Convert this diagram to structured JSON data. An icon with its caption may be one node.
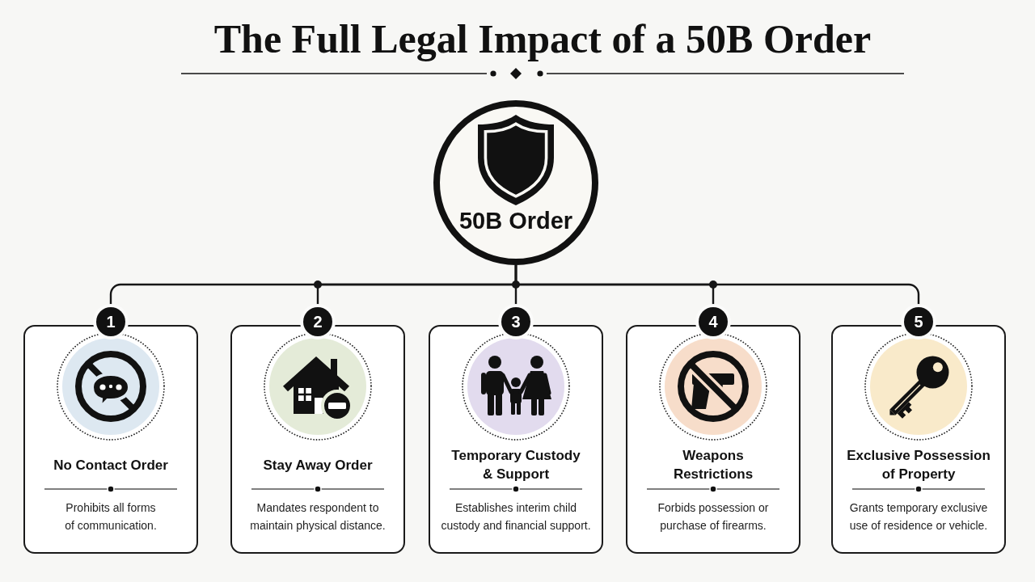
{
  "diagram": {
    "title": "The Full Legal Impact of a 50B Order",
    "nodes": [
      {
        "text": [
          "50B Order"
        ]
      },
      {
        "text": [
          "1"
        ]
      },
      {
        "text": [
          "No Contact Order",
          "Prohibits all forms of communication."
        ]
      },
      {
        "text": [
          "2"
        ]
      },
      {
        "text": [
          "Stay Away Order",
          "Mandates respondent to maintain physical distance."
        ]
      },
      {
        "text": [
          "3"
        ]
      },
      {
        "text": [
          "Temporary Custody & Support",
          "Establishes interim child custody and financial support."
        ]
      },
      {
        "text": [
          "4"
        ]
      },
      {
        "text": [
          "Weapons Restrictions",
          "Forbids possession or purchase of firearms."
        ]
      },
      {
        "text": [
          "5"
        ]
      },
      {
        "text": [
          "Exclusive Possession of Property",
          "Grants temporary exclusive use of residence or vehicle."
        ]
      }
    ],
    "edges": [
      {
        "from": 0,
        "to": 1,
        "arrow": "none"
      },
      {
        "from": 0,
        "to": 3,
        "arrow": "none"
      },
      {
        "from": 0,
        "to": 5,
        "arrow": "none"
      },
      {
        "from": 0,
        "to": 7,
        "arrow": "none"
      },
      {
        "from": 0,
        "to": 9,
        "arrow": "none"
      }
    ]
  }
}
